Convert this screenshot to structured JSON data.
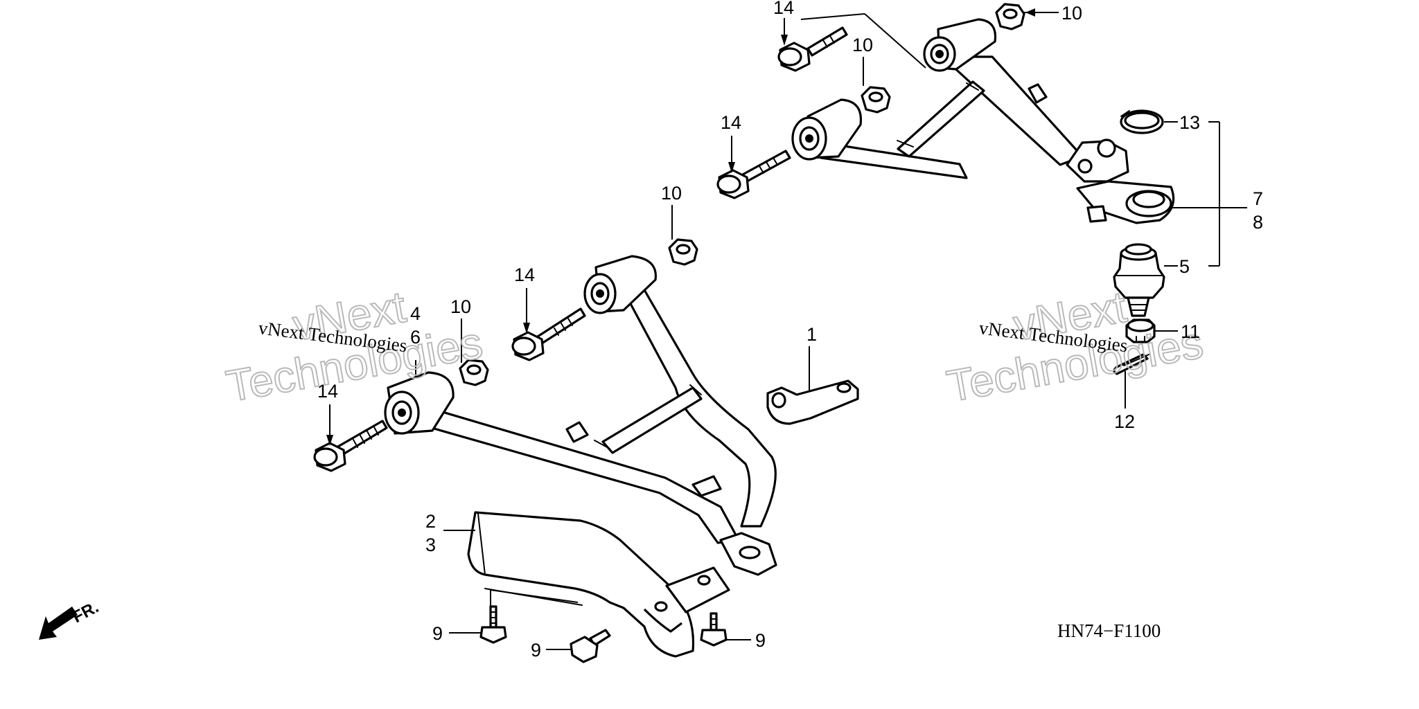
{
  "diagram": {
    "code": "HN74−F1100",
    "direction_label": "FR.",
    "watermark": {
      "line1": "vNext",
      "line2": "Technologies",
      "inline": "vNext Technologies"
    },
    "callouts": {
      "c1": "1",
      "c2": "2",
      "c3": "3",
      "c4": "4",
      "c5": "5",
      "c6": "6",
      "c7": "7",
      "c8": "8",
      "c9a": "9",
      "c9b": "9",
      "c9c": "9",
      "c10a": "10",
      "c10b": "10",
      "c10c": "10",
      "c10d": "10",
      "c11": "11",
      "c12": "12",
      "c13": "13",
      "c14a": "14",
      "c14b": "14",
      "c14c": "14",
      "c14d": "14"
    }
  }
}
